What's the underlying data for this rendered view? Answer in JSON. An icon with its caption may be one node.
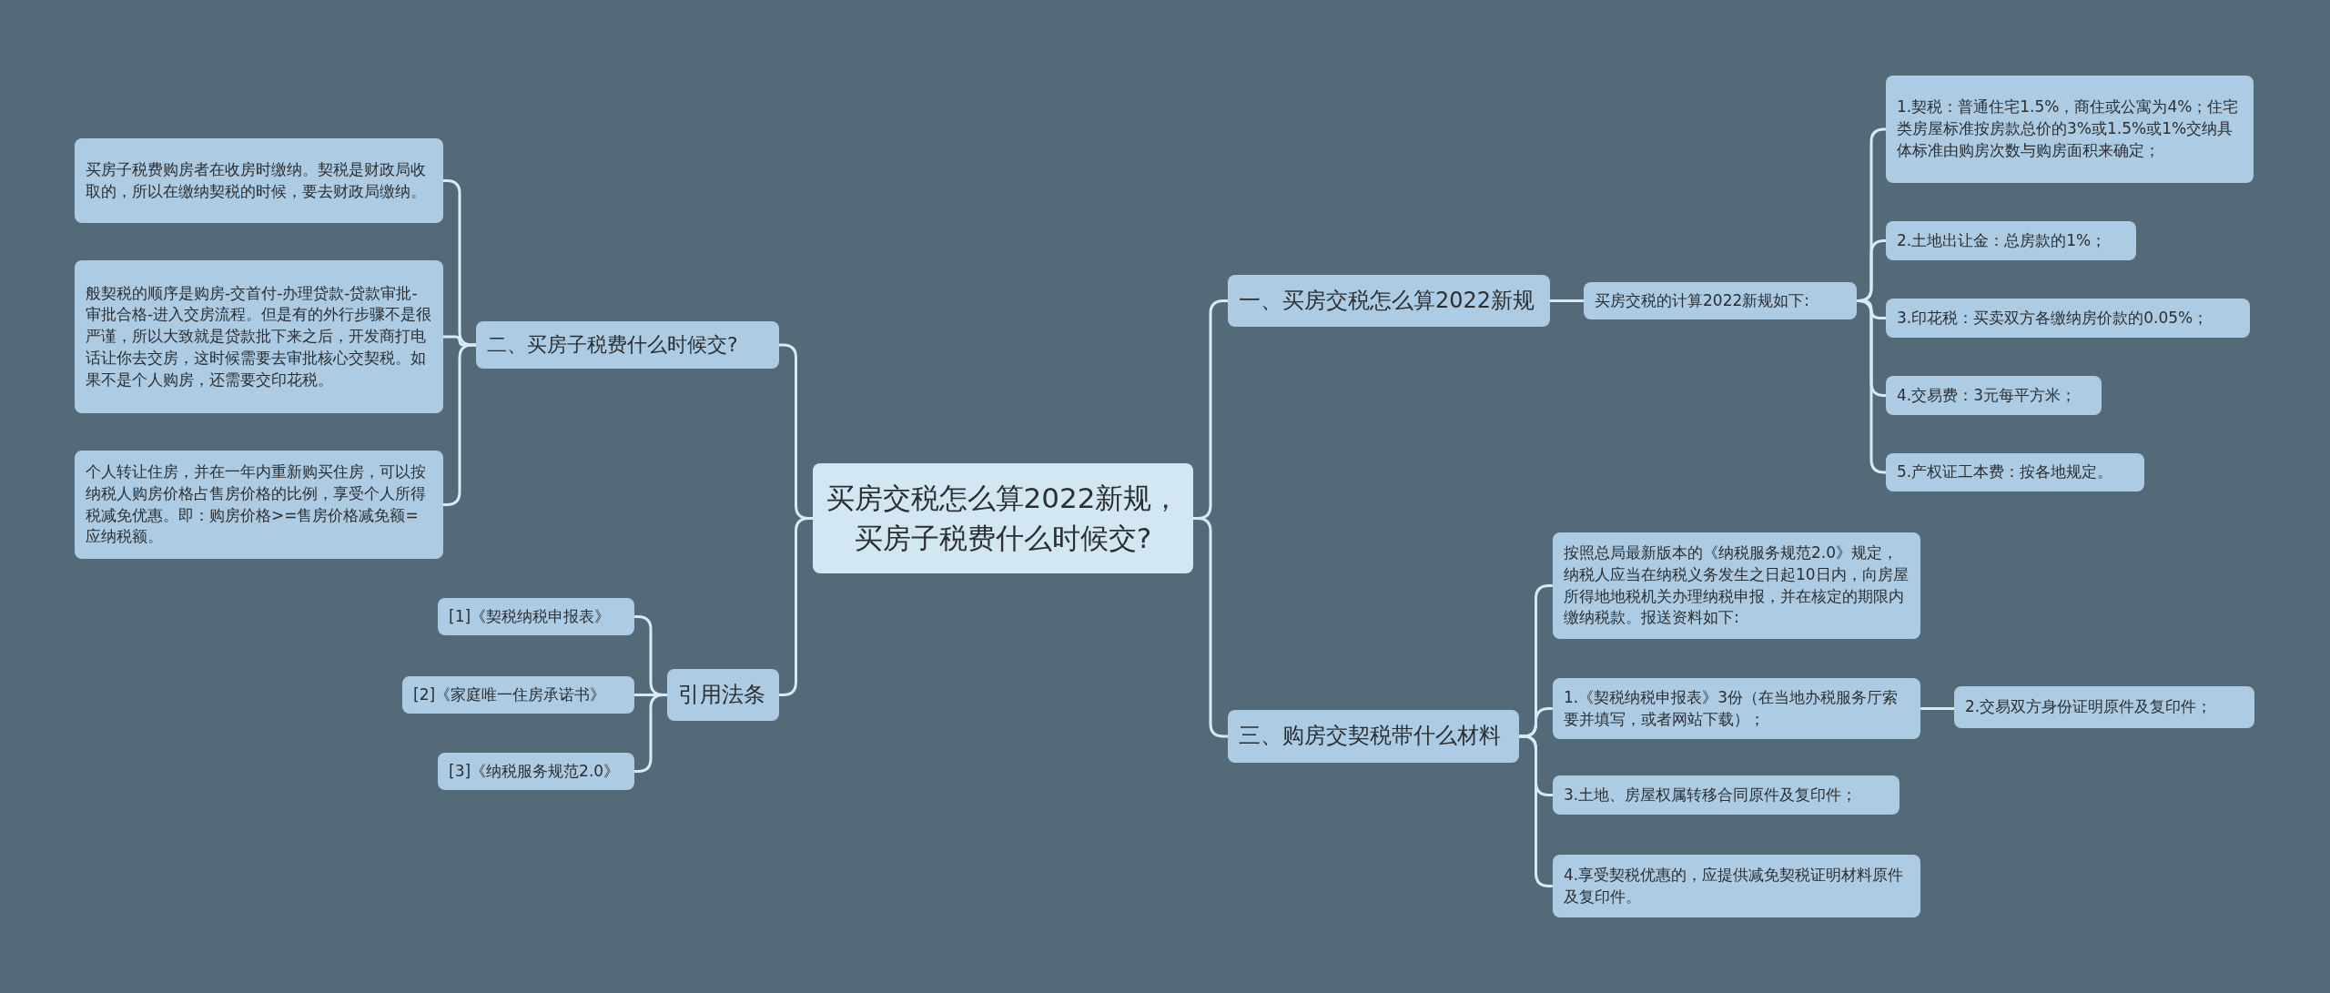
{
  "diagram": {
    "nodes": [
      {
        "text": [
          "买房交税怎么算2022新规，买房子税费什么时候交?"
        ]
      },
      {
        "text": [
          "一、买房交税怎么算2022新规"
        ]
      },
      {
        "text": [
          "买房交税的计算2022新规如下:"
        ]
      },
      {
        "text": [
          "1.契税：普通住宅1.5%，商住或公寓为4%；住宅类房屋标准按房款总价的3%或1.5%或1%交纳具体标准由购房次数与购房面积来确定；"
        ]
      },
      {
        "text": [
          "2.土地出让金：总房款的1%；"
        ]
      },
      {
        "text": [
          "3.印花税：买卖双方各缴纳房价款的0.05%；"
        ]
      },
      {
        "text": [
          "4.交易费：3元每平方米；"
        ]
      },
      {
        "text": [
          "5.产权证工本费：按各地规定。"
        ]
      },
      {
        "text": [
          "三、购房交契税带什么材料"
        ]
      },
      {
        "text": [
          "按照总局最新版本的《纳税服务规范2.0》规定，纳税人应当在纳税义务发生之日起10日内，向房屋所得地地税机关办理纳税申报，并在核定的期限内缴纳税款。报送资料如下:"
        ]
      },
      {
        "text": [
          "1.《契税纳税申报表》3份（在当地办税服务厅索要并填写，或者网站下载）；"
        ]
      },
      {
        "text": [
          "2.交易双方身份证明原件及复印件；"
        ]
      },
      {
        "text": [
          "3.土地、房屋权属转移合同原件及复印件；"
        ]
      },
      {
        "text": [
          "4.享受契税优惠的，应提供减免契税证明材料原件及复印件。"
        ]
      },
      {
        "text": [
          "二、买房子税费什么时候交?"
        ]
      },
      {
        "text": [
          "买房子税费购房者在收房时缴纳。契税是财政局收取的，所以在缴纳契税的时候，要去财政局缴纳。"
        ]
      },
      {
        "text": [
          "般契税的顺序是购房-交首付-办理贷款-贷款审批-审批合格-进入交房流程。但是有的外行步骤不是很严谨，所以大致就是贷款批下来之后，开发商打电话让你去交房，这时候需要去审批核心交契税。如果不是个人购房，还需要交印花税。"
        ]
      },
      {
        "text": [
          "个人转让住房，并在一年内重新购买住房，可以按纳税人购房价格占售房价格的比例，享受个人所得税减免优惠。即：购房价格>=售房价格减免额=应纳税额。"
        ]
      },
      {
        "text": [
          "引用法条"
        ]
      },
      {
        "text": [
          "[1]《契税纳税申报表》"
        ]
      },
      {
        "text": [
          "[2]《家庭唯一住房承诺书》"
        ]
      },
      {
        "text": [
          "[3]《纳税服务规范2.0》"
        ]
      }
    ],
    "edges": [
      {
        "from": 0,
        "to": 1,
        "arrow": "none"
      },
      {
        "from": 1,
        "to": 2,
        "arrow": "none"
      },
      {
        "from": 2,
        "to": 3,
        "arrow": "none"
      },
      {
        "from": 2,
        "to": 4,
        "arrow": "none"
      },
      {
        "from": 2,
        "to": 5,
        "arrow": "none"
      },
      {
        "from": 2,
        "to": 6,
        "arrow": "none"
      },
      {
        "from": 2,
        "to": 7,
        "arrow": "none"
      },
      {
        "from": 0,
        "to": 8,
        "arrow": "none"
      },
      {
        "from": 8,
        "to": 9,
        "arrow": "none"
      },
      {
        "from": 8,
        "to": 10,
        "arrow": "none"
      },
      {
        "from": 10,
        "to": 11,
        "arrow": "none"
      },
      {
        "from": 8,
        "to": 12,
        "arrow": "none"
      },
      {
        "from": 8,
        "to": 13,
        "arrow": "none"
      },
      {
        "from": 0,
        "to": 14,
        "arrow": "none"
      },
      {
        "from": 14,
        "to": 15,
        "arrow": "none"
      },
      {
        "from": 14,
        "to": 16,
        "arrow": "none"
      },
      {
        "from": 14,
        "to": 17,
        "arrow": "none"
      },
      {
        "from": 0,
        "to": 18,
        "arrow": "none"
      },
      {
        "from": 18,
        "to": 19,
        "arrow": "none"
      },
      {
        "from": 18,
        "to": 20,
        "arrow": "none"
      },
      {
        "from": 18,
        "to": 21,
        "arrow": "none"
      }
    ]
  }
}
